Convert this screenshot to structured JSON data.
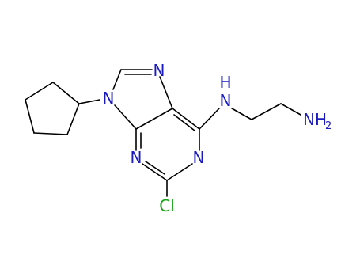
{
  "molecule": {
    "colors": {
      "bond": "#000000",
      "nitrogen": "#1a1abf",
      "chlorine": "#19a319"
    },
    "atoms": {
      "n9": "N",
      "n7": "N",
      "n3": "N",
      "n1": "N",
      "nh_label": "N",
      "nh_h": "H",
      "nh2_label": "NH",
      "nh2_sub": "2",
      "cl": "Cl"
    }
  }
}
